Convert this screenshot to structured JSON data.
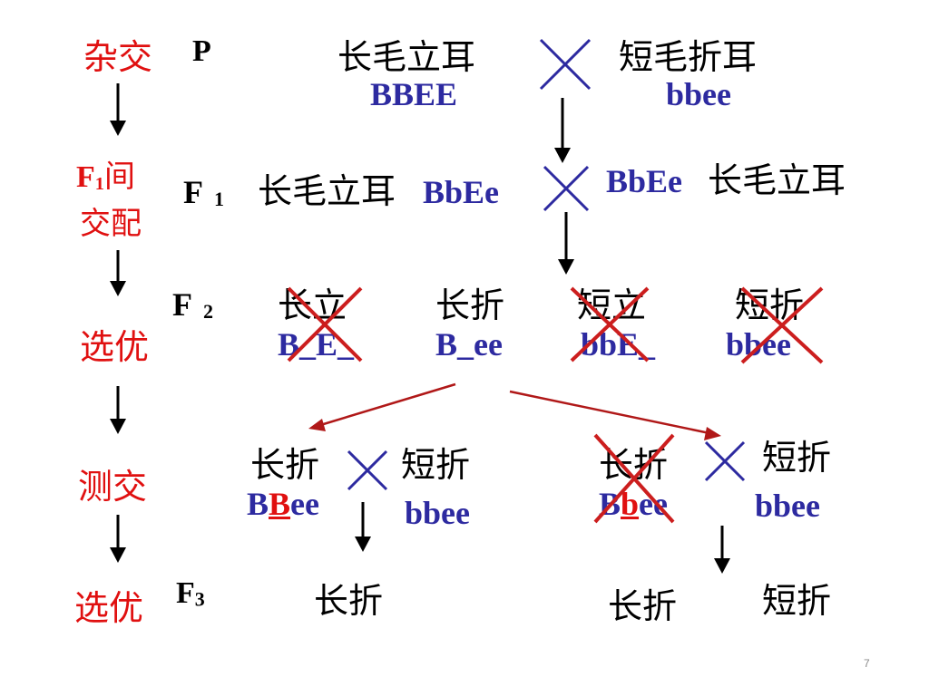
{
  "steps": {
    "hybrid": "杂交",
    "f1_mating_f": "F",
    "f1_mating_sub": "1",
    "f1_mating_rest": "间",
    "f1_mating_line2": "交配",
    "select1": "选优",
    "testcross": "测交",
    "select2": "选优"
  },
  "generations": {
    "p": "P",
    "f1_f": "F",
    "f1_sub": "1",
    "f2_f": "F",
    "f2_sub": "2",
    "f3_f": "F",
    "f3_sub": "3"
  },
  "parents": {
    "left_pheno": "长毛立耳",
    "left_geno": "BBEE",
    "right_pheno": "短毛折耳",
    "right_geno": "bbee"
  },
  "f1": {
    "left_pheno": "长毛立耳",
    "left_geno": "BbEe",
    "right_geno": "BbEe",
    "right_pheno": "长毛立耳"
  },
  "f2": [
    {
      "pheno": "长立",
      "geno": "B_E_"
    },
    {
      "pheno": "长折",
      "geno": "B_ee"
    },
    {
      "pheno": "短立",
      "geno": "bbE_"
    },
    {
      "pheno": "短折",
      "geno": "bbee"
    }
  ],
  "testcross_left": {
    "pheno": "长折",
    "geno_pre": "B",
    "geno_mid": "B",
    "geno_post": "ee",
    "mate_pheno": "短折",
    "mate_geno": "bbee",
    "offspring": "长折"
  },
  "testcross_right": {
    "pheno": "长折",
    "geno_pre": "B",
    "geno_mid": "b",
    "geno_post": "ee",
    "mate_pheno": "短折",
    "mate_geno": "bbee",
    "offspring_1": "长折",
    "offspring_2": "短折"
  },
  "page_number": "7",
  "colors": {
    "step_label": "#e01010",
    "genotype": "#2d2aa0",
    "cross_symbol": "#2d2aa0",
    "elimination_x": "#cc1e1e",
    "arrows": "#000000",
    "selection_arrows": "#b01818"
  }
}
